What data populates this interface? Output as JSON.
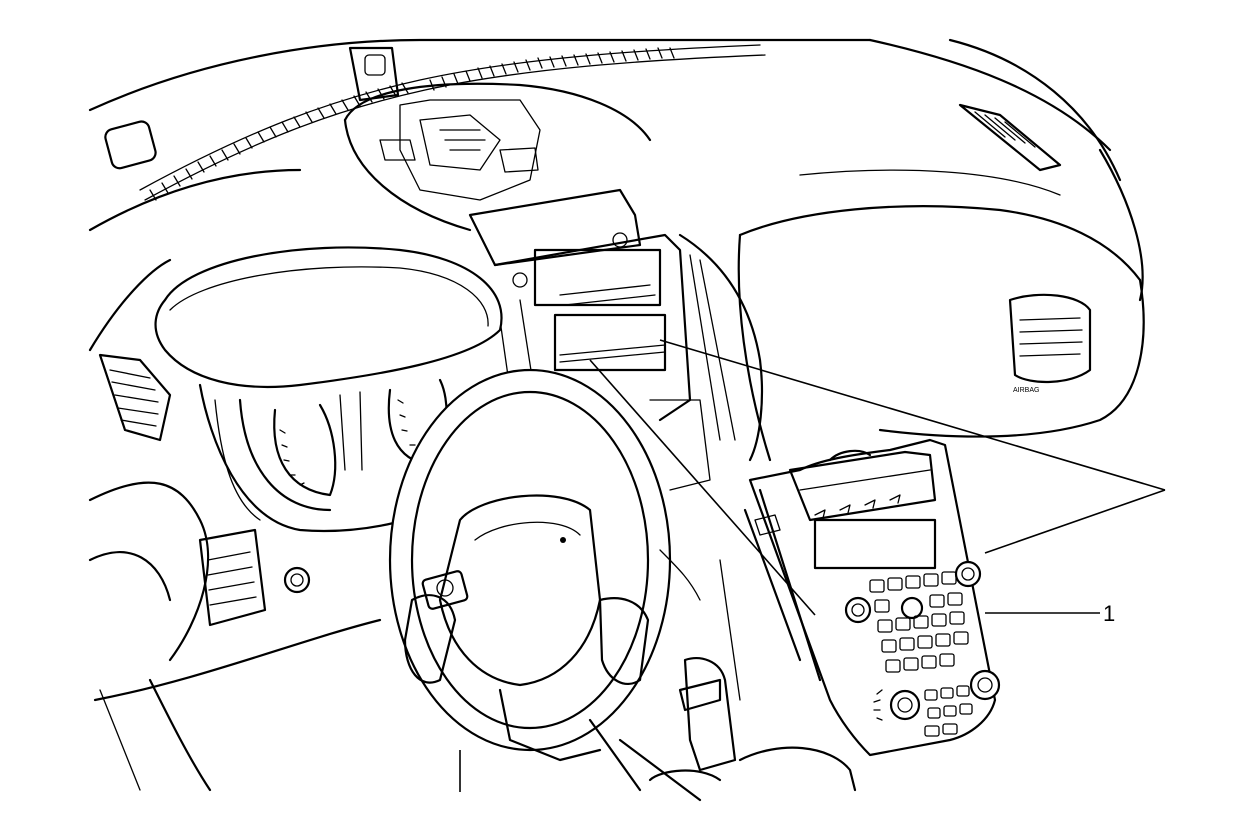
{
  "diagram": {
    "callouts": [
      {
        "id": "1",
        "label": "1"
      }
    ],
    "stamps": {
      "airbag": "AIRBAG"
    },
    "icons": {
      "steering-wheel": "steering-wheel-icon",
      "radio-control-panel": "radio-control-panel-icon",
      "dashboard": "dashboard-icon"
    }
  }
}
